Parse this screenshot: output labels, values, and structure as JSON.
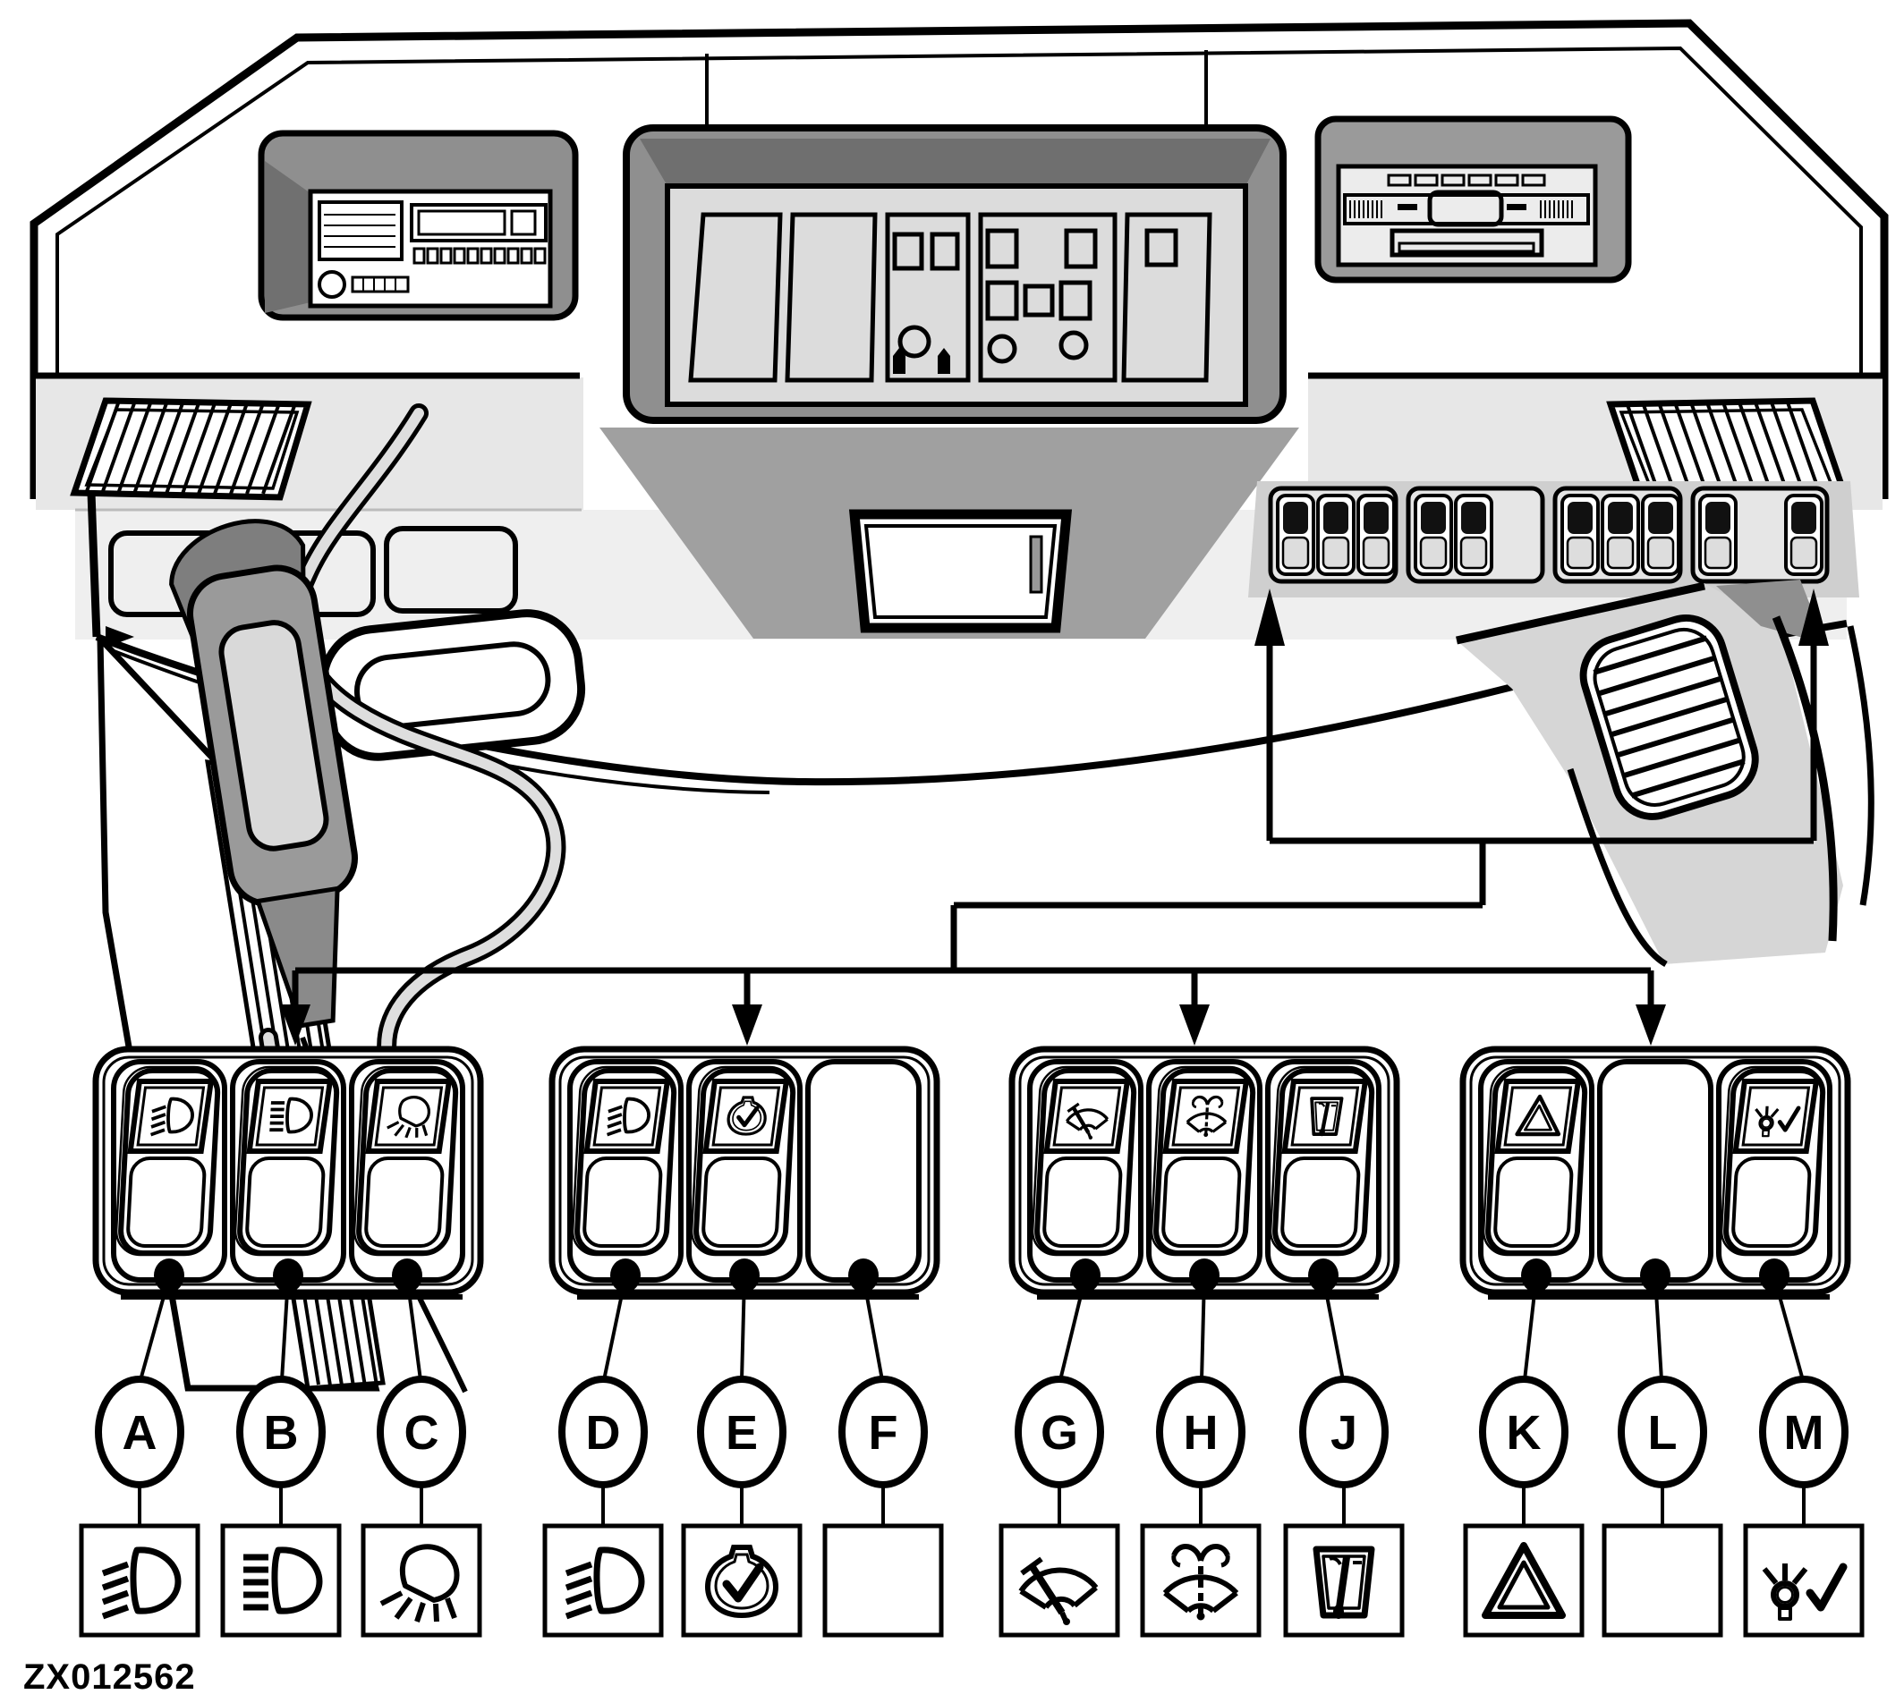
{
  "figure": {
    "code": "ZX012562"
  },
  "colors": {
    "outline": "#000000",
    "background": "#ffffff",
    "dash_light": "#e7e7e7",
    "dash_mid": "#efefef",
    "dash_dark": "#a0a0a0",
    "console_dark": "#8f8f8f",
    "seat_gray": "#d6d6d6"
  },
  "callout_groups": [
    {
      "name": "headlight-switch-panel",
      "switches": [
        {
          "label": "A",
          "symbol": "low-beam-headlight-icon",
          "icon_ref": "#sym-low-beam",
          "blank": false
        },
        {
          "label": "B",
          "symbol": "high-beam-headlight-icon",
          "icon_ref": "#sym-high-beam",
          "blank": false
        },
        {
          "label": "C",
          "symbol": "work-light-icon",
          "icon_ref": "#sym-work-light",
          "blank": false
        }
      ]
    },
    {
      "name": "beacon-switch-panel",
      "switches": [
        {
          "label": "D",
          "symbol": "low-beam-headlight-icon",
          "icon_ref": "#sym-low-beam",
          "blank": false
        },
        {
          "label": "E",
          "symbol": "beacon-check-icon",
          "icon_ref": "#sym-beacon",
          "blank": false
        },
        {
          "label": "F",
          "symbol": "blank-slot",
          "icon_ref": null,
          "blank": true
        }
      ]
    },
    {
      "name": "wiper-switch-panel",
      "switches": [
        {
          "label": "G",
          "symbol": "front-wiper-icon",
          "icon_ref": "#sym-wiper",
          "blank": false
        },
        {
          "label": "H",
          "symbol": "windshield-washer-icon",
          "icon_ref": "#sym-washer",
          "blank": false
        },
        {
          "label": "J",
          "symbol": "rear-wiper-icon",
          "icon_ref": "#sym-rear-wiper",
          "blank": false
        }
      ]
    },
    {
      "name": "hazard-switch-panel",
      "switches": [
        {
          "label": "K",
          "symbol": "hazard-warning-icon",
          "icon_ref": "#sym-hazard",
          "blank": false
        },
        {
          "label": "L",
          "symbol": "blank-slot",
          "icon_ref": null,
          "blank": true
        },
        {
          "label": "M",
          "symbol": "bulb-check-icon",
          "icon_ref": "#sym-bulb-check",
          "blank": false
        }
      ]
    }
  ]
}
